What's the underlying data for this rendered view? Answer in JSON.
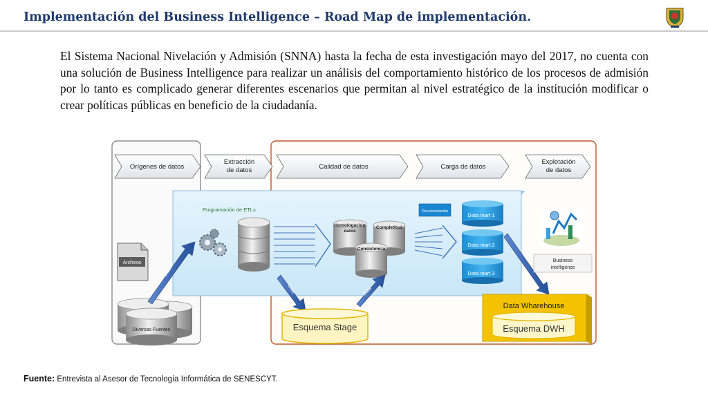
{
  "header": {
    "title": "Implementación del Business Intelligence – Road Map de implementación."
  },
  "intro": {
    "paragraph": "El Sistema Nacional Nivelación y Admisión (SNNA) hasta la fecha de esta investigación mayo del 2017, no cuenta con una solución de Business Intelligence para realizar un análisis del comportamiento histórico de los procesos de admisión por lo tanto es complicado generar diferentes escenarios que permitan al nivel estratégico de la institución modificar o crear políticas públicas en beneficio de la ciudadanía."
  },
  "diagram": {
    "stages": [
      "Orígenes de datos",
      "Extracción de datos",
      "Calidad de datos",
      "Carga de datos",
      "Explotación de datos"
    ],
    "etl_label": "Programación de ETLs",
    "documentation": "Documentación",
    "quality": {
      "homologation": "Homologación datos",
      "completeness": "Completitud",
      "consistency": "Consistencia"
    },
    "data_marts": [
      "Data mart 1",
      "Data mart 2",
      "Data mart 3"
    ],
    "sources": {
      "files": "Archivos",
      "various": "Diversas Fuentes"
    },
    "flow_label": "Data",
    "stage_schema": "Esquema Stage",
    "warehouse_title": "Data Wharehouse",
    "warehouse_schema": "Esquema DWH",
    "bi": "Business intelligence"
  },
  "footer": {
    "source_label": "Fuente:",
    "source_text": "Entrevista al Asesor de Tecnología Informática de SENESCYT."
  },
  "colors": {
    "title": "#1f3a6b",
    "arrow_blue": "#2e5aa8",
    "panel_blue": "#d6ecf9",
    "warehouse_gold": "#f3c300",
    "outline_orange": "#c0562b"
  }
}
